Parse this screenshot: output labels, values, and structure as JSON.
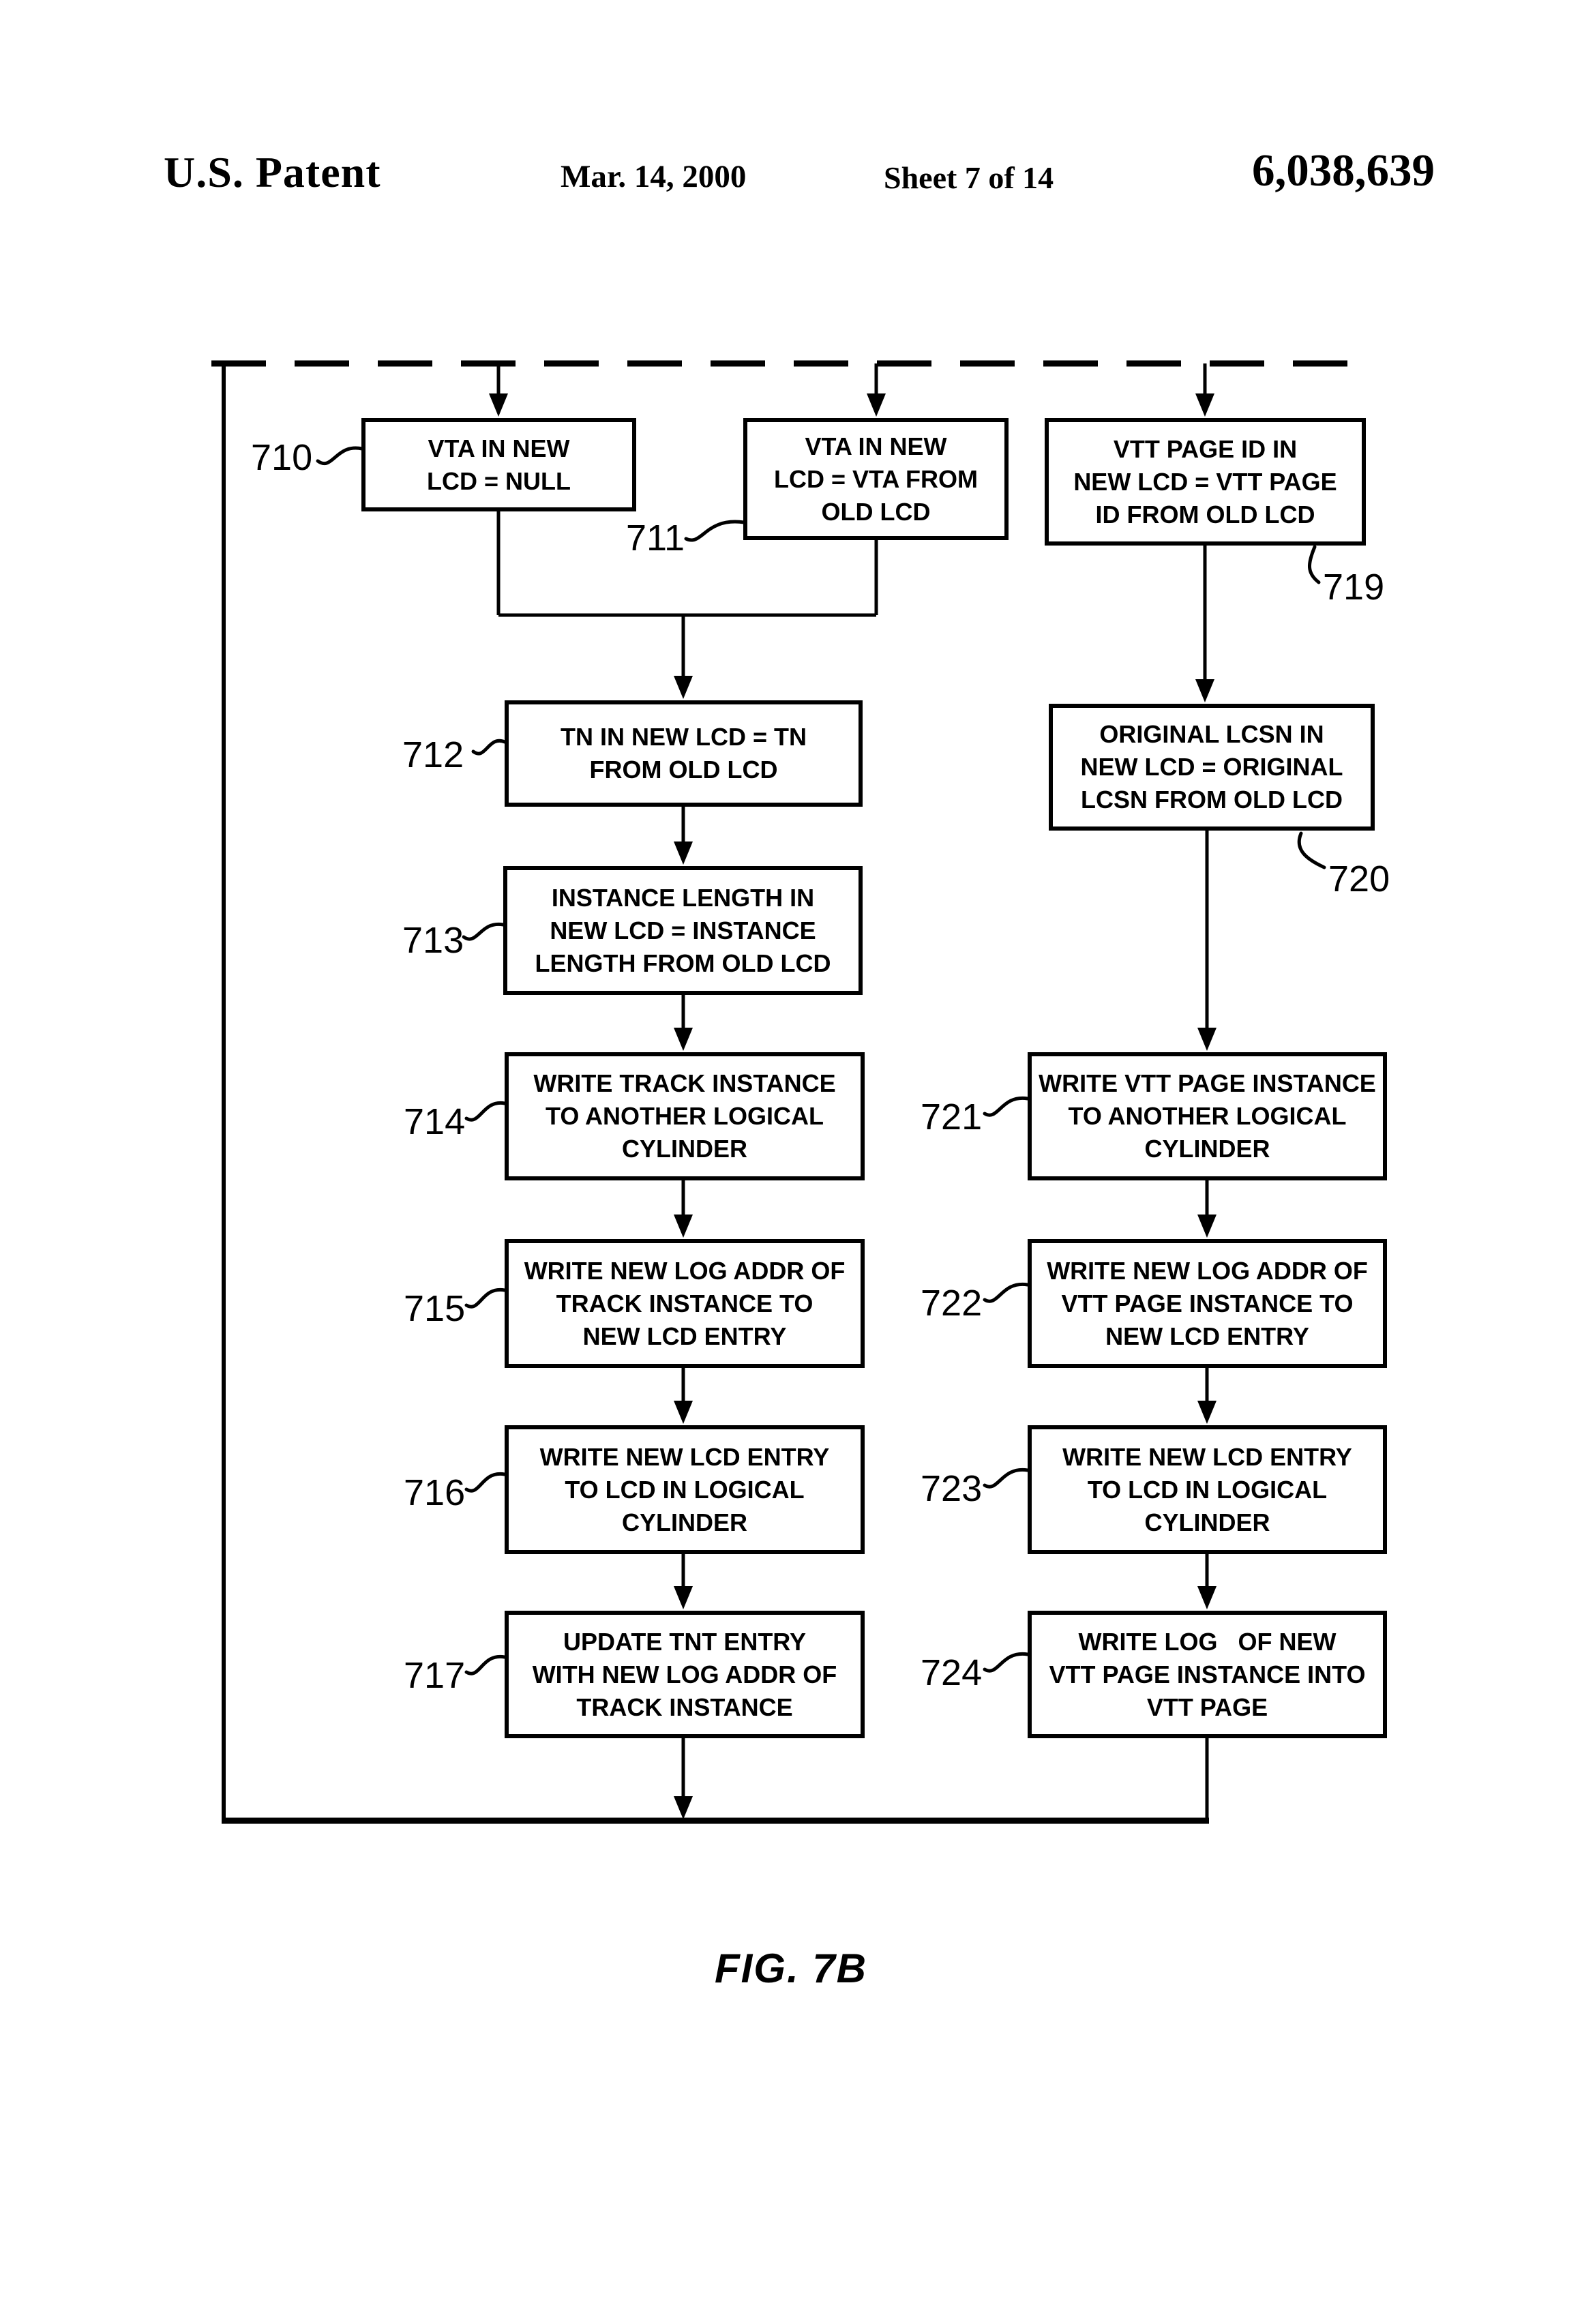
{
  "header": {
    "title": "U.S. Patent",
    "date": "Mar. 14, 2000",
    "sheet": "Sheet 7 of 14",
    "patent_number": "6,038,639"
  },
  "figure": {
    "caption": "FIG. 7B"
  },
  "colors": {
    "ink": "#000000",
    "background": "#ffffff"
  },
  "flowchart": {
    "boxes": {
      "b710": {
        "ref": "710",
        "text": "VTA IN NEW\nLCD = NULL"
      },
      "b711": {
        "ref": "711",
        "text": "VTA IN NEW\nLCD = VTA FROM\nOLD LCD"
      },
      "b719": {
        "ref": "719",
        "text": "VTT PAGE ID IN\nNEW LCD = VTT PAGE\nID FROM OLD LCD"
      },
      "b712": {
        "ref": "712",
        "text": "TN IN NEW LCD = TN\nFROM OLD LCD"
      },
      "b720": {
        "ref": "720",
        "text": "ORIGINAL LCSN IN\nNEW LCD = ORIGINAL\nLCSN FROM OLD LCD"
      },
      "b713": {
        "ref": "713",
        "text": "INSTANCE LENGTH IN\nNEW LCD = INSTANCE\nLENGTH FROM OLD LCD"
      },
      "b714": {
        "ref": "714",
        "text": "WRITE TRACK INSTANCE\nTO ANOTHER LOGICAL\nCYLINDER"
      },
      "b721": {
        "ref": "721",
        "text": "WRITE VTT PAGE INSTANCE\nTO ANOTHER LOGICAL\nCYLINDER"
      },
      "b715": {
        "ref": "715",
        "text": "WRITE NEW LOG ADDR OF\nTRACK INSTANCE TO\nNEW LCD ENTRY"
      },
      "b722": {
        "ref": "722",
        "text": "WRITE NEW LOG ADDR OF\nVTT PAGE INSTANCE TO\nNEW LCD ENTRY"
      },
      "b716": {
        "ref": "716",
        "text": "WRITE NEW LCD ENTRY\nTO LCD IN LOGICAL\nCYLINDER"
      },
      "b723": {
        "ref": "723",
        "text": "WRITE NEW LCD ENTRY\nTO LCD IN LOGICAL\nCYLINDER"
      },
      "b717": {
        "ref": "717",
        "text": "UPDATE TNT ENTRY\nWITH NEW LOG ADDR OF\nTRACK INSTANCE"
      },
      "b724": {
        "ref": "724",
        "text": "WRITE LOG   OF NEW\nVTT PAGE INSTANCE INTO\nVTT PAGE"
      }
    }
  }
}
